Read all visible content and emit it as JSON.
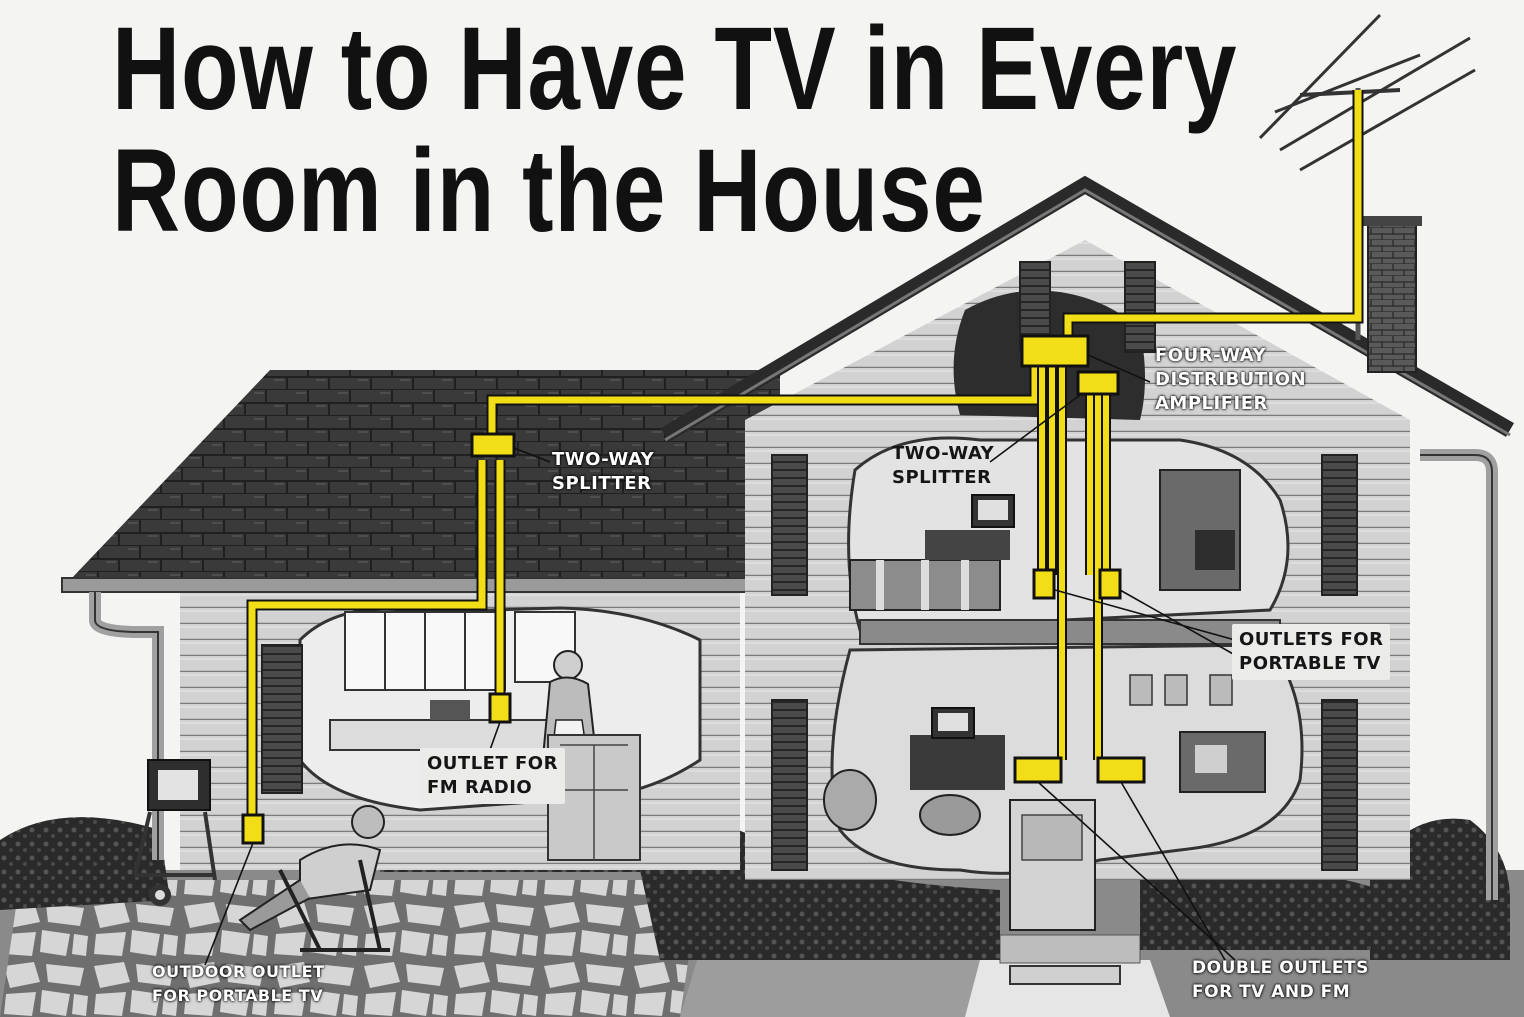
{
  "title": {
    "line1": "How to Have TV in Every",
    "line2": "Room in the House"
  },
  "labels": {
    "two_way_splitter_left": {
      "line1": "TWO-WAY",
      "line2": "SPLITTER"
    },
    "four_way_amplifier": {
      "line1": "FOUR-WAY",
      "line2": "DISTRIBUTION",
      "line3": "AMPLIFIER"
    },
    "two_way_splitter_right": {
      "line1": "TWO-WAY",
      "line2": "SPLITTER"
    },
    "outlets_portable_tv": {
      "line1": "OUTLETS FOR",
      "line2": "PORTABLE TV"
    },
    "outlet_fm_radio": {
      "line1": "OUTLET FOR",
      "line2": "FM RADIO"
    },
    "outdoor_outlet": {
      "line1": "OUTDOOR OUTLET",
      "line2": "FOR PORTABLE TV"
    },
    "double_outlets": {
      "line1": "DOUBLE OUTLETS",
      "line2": "FOR TV AND FM"
    }
  },
  "colors": {
    "wire": "#f2de17",
    "roof": "#3a3a3a",
    "siding": "#c9c9c9",
    "ink": "#111111",
    "paper": "#f4f4f2"
  }
}
